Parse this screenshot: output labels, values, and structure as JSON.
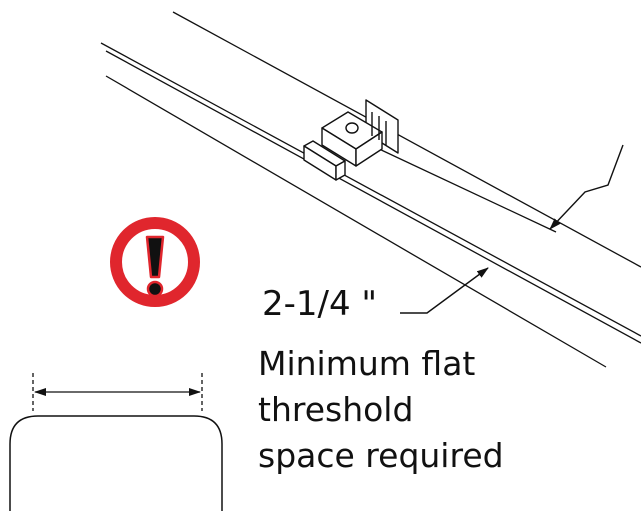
{
  "dimension": {
    "label": "2-1/4 \""
  },
  "note": {
    "lines": [
      "Minimum flat",
      "threshold",
      "space required"
    ]
  },
  "warning": {
    "icon": "exclamation-warning-icon",
    "color": "#e0262d"
  }
}
